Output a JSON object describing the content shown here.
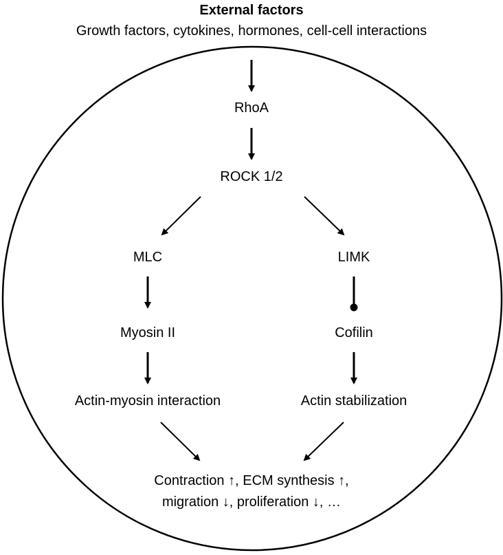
{
  "header": {
    "title": "External factors",
    "subtitle": "Growth factors, cytokines, hormones, cell-cell interactions"
  },
  "nodes": {
    "rhoa": "RhoA",
    "rock": "ROCK 1/2",
    "mlc": "MLC",
    "limk": "LIMK",
    "myosin": "Myosin II",
    "cofilin": "Cofilin",
    "actin_myosin": "Actin-myosin interaction",
    "actin_stab": "Actin stabilization",
    "outcome_line1": "Contraction ↑, ECM synthesis ↑,",
    "outcome_line2": "migration ↓, proliferation ↓, …"
  },
  "edges": [
    {
      "from": "External factors",
      "to": "RhoA",
      "kind": "activation"
    },
    {
      "from": "RhoA",
      "to": "ROCK 1/2",
      "kind": "activation"
    },
    {
      "from": "ROCK 1/2",
      "to": "MLC",
      "kind": "activation"
    },
    {
      "from": "ROCK 1/2",
      "to": "LIMK",
      "kind": "activation"
    },
    {
      "from": "MLC",
      "to": "Myosin II",
      "kind": "activation"
    },
    {
      "from": "LIMK",
      "to": "Cofilin",
      "kind": "inhibition"
    },
    {
      "from": "Myosin II",
      "to": "Actin-myosin interaction",
      "kind": "activation"
    },
    {
      "from": "Cofilin",
      "to": "Actin stabilization",
      "kind": "activation"
    },
    {
      "from": "Actin-myosin interaction",
      "to": "Contraction",
      "kind": "activation"
    },
    {
      "from": "Actin stabilization",
      "to": "Contraction",
      "kind": "activation"
    }
  ],
  "colors": {
    "line": "#000000",
    "background": "#ffffff"
  }
}
